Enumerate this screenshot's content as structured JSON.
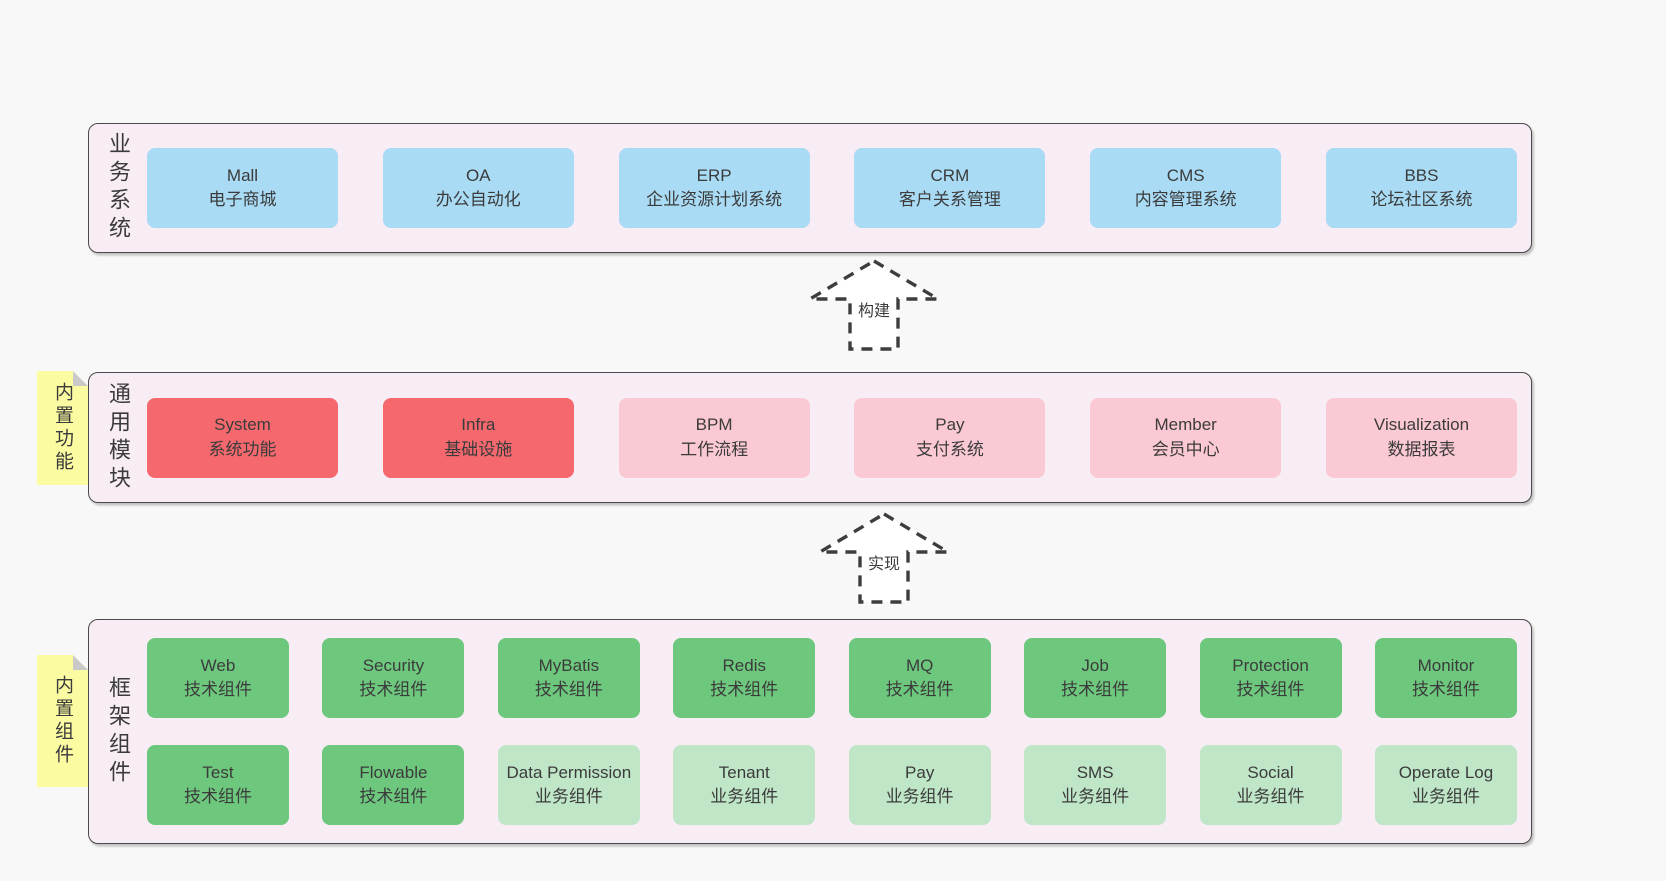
{
  "colors": {
    "page_background": "#f8f8f8",
    "panel_fill": "#f8edf5",
    "panel_border": "#4a4a4a",
    "box_blue": "#a9dbf5",
    "box_red": "#f5696e",
    "box_pink": "#fbc9d3",
    "box_green": "#6dc87e",
    "box_green_light": "#c0e6c8",
    "sticky_yellow": "#fbfba2",
    "sticky_fold_gray": "#c9c9c9",
    "text": "#3b3b3b"
  },
  "arrows": [
    {
      "label": "构建"
    },
    {
      "label": "实现"
    }
  ],
  "sections": [
    {
      "side_label": "业务系统",
      "rows": [
        [
          {
            "title": "Mall",
            "subtitle": "电子商城",
            "variant": "blue"
          },
          {
            "title": "OA",
            "subtitle": "办公自动化",
            "variant": "blue"
          },
          {
            "title": "ERP",
            "subtitle": "企业资源计划系统",
            "variant": "blue"
          },
          {
            "title": "CRM",
            "subtitle": "客户关系管理",
            "variant": "blue"
          },
          {
            "title": "CMS",
            "subtitle": "内容管理系统",
            "variant": "blue"
          },
          {
            "title": "BBS",
            "subtitle": "论坛社区系统",
            "variant": "blue"
          }
        ]
      ]
    },
    {
      "side_label": "通用模块",
      "sticky_label": "内置功能",
      "rows": [
        [
          {
            "title": "System",
            "subtitle": "系统功能",
            "variant": "red"
          },
          {
            "title": "Infra",
            "subtitle": "基础设施",
            "variant": "red"
          },
          {
            "title": "BPM",
            "subtitle": "工作流程",
            "variant": "pink"
          },
          {
            "title": "Pay",
            "subtitle": "支付系统",
            "variant": "pink"
          },
          {
            "title": "Member",
            "subtitle": "会员中心",
            "variant": "pink"
          },
          {
            "title": "Visualization",
            "subtitle": "数据报表",
            "variant": "pink"
          }
        ]
      ]
    },
    {
      "side_label": "框架组件",
      "sticky_label": "内置组件",
      "rows": [
        [
          {
            "title": "Web",
            "subtitle": "技术组件",
            "variant": "green"
          },
          {
            "title": "Security",
            "subtitle": "技术组件",
            "variant": "green"
          },
          {
            "title": "MyBatis",
            "subtitle": "技术组件",
            "variant": "green"
          },
          {
            "title": "Redis",
            "subtitle": "技术组件",
            "variant": "green"
          },
          {
            "title": "MQ",
            "subtitle": "技术组件",
            "variant": "green"
          },
          {
            "title": "Job",
            "subtitle": "技术组件",
            "variant": "green"
          },
          {
            "title": "Protection",
            "subtitle": "技术组件",
            "variant": "green"
          },
          {
            "title": "Monitor",
            "subtitle": "技术组件",
            "variant": "green"
          }
        ],
        [
          {
            "title": "Test",
            "subtitle": "技术组件",
            "variant": "green"
          },
          {
            "title": "Flowable",
            "subtitle": "技术组件",
            "variant": "green"
          },
          {
            "title": "Data Permission",
            "subtitle": "业务组件",
            "variant": "green-light"
          },
          {
            "title": "Tenant",
            "subtitle": "业务组件",
            "variant": "green-light"
          },
          {
            "title": "Pay",
            "subtitle": "业务组件",
            "variant": "green-light"
          },
          {
            "title": "SMS",
            "subtitle": "业务组件",
            "variant": "green-light"
          },
          {
            "title": "Social",
            "subtitle": "业务组件",
            "variant": "green-light"
          },
          {
            "title": "Operate Log",
            "subtitle": "业务组件",
            "variant": "green-light"
          }
        ]
      ]
    }
  ]
}
